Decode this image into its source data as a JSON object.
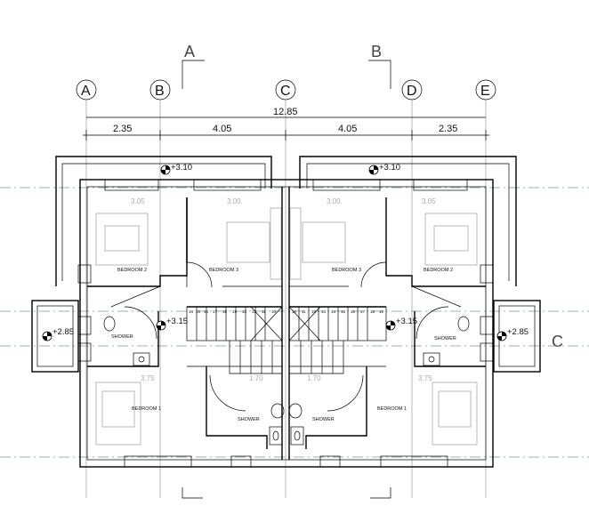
{
  "section_marks": {
    "a": "A",
    "b": "B",
    "c": "C"
  },
  "grid_bubbles": [
    "A",
    "B",
    "C",
    "D",
    "E"
  ],
  "dimensions": {
    "overall": "12.85",
    "bays": [
      "2.35",
      "4.05",
      "4.05",
      "2.35"
    ]
  },
  "levels": {
    "roof_left": "+3.10",
    "roof_right": "+3.10",
    "landing_left": "+3.15",
    "landing_right": "+3.15",
    "balcony_left": "+2.85",
    "balcony_right": "+2.85"
  },
  "rooms": {
    "bedroom2_left": "BEDROOM 2",
    "bedroom3_left": "BEDROOM 3",
    "bedroom3_right": "BEDROOM 3",
    "bedroom2_right": "BEDROOM 2",
    "shower_left": "SHOWER",
    "shower_right": "SHOWER",
    "shower_mid_left": "SHOWER",
    "shower_mid_right": "SHOWER",
    "bedroom1_left": "BEDROOM 1",
    "bedroom1_right": "BEDROOM 1"
  },
  "faint_dims": {
    "b2l": "3.05",
    "b3l": "3.00",
    "b3r": "3.00",
    "b2r": "3.05",
    "b1l": "3.75",
    "sml": "1.70",
    "smr": "1.70",
    "b1r": "3.75"
  },
  "stair_numbers_left": [
    "14",
    "15",
    "16",
    "17",
    "18",
    "19",
    "13",
    "12",
    "11",
    "10"
  ],
  "stair_numbers_right": [
    "10",
    "11",
    "12",
    "13",
    "14",
    "15",
    "16",
    "17",
    "18",
    "19"
  ]
}
